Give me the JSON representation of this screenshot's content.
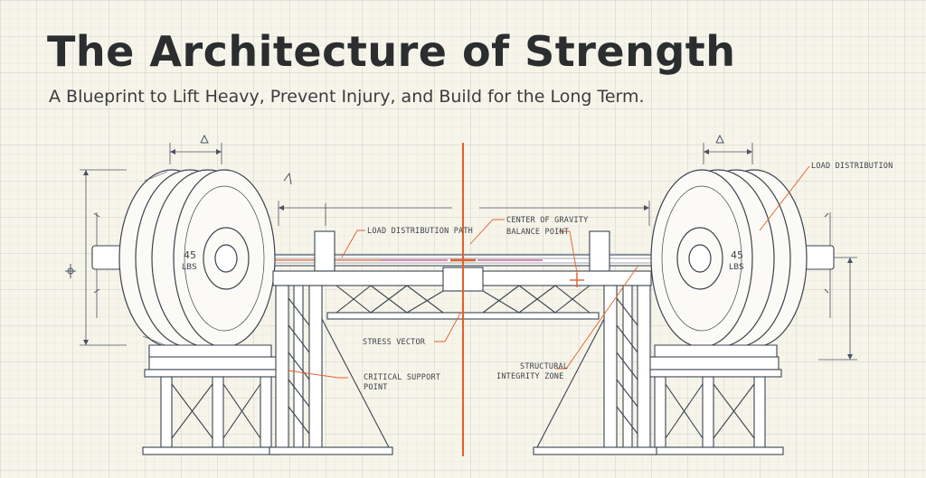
{
  "header": {
    "title": "The Architecture of Strength",
    "subtitle": "A Blueprint to Lift Heavy, Prevent Injury, and Build for the Long Term."
  },
  "callouts": {
    "load_distribution_right": "LOAD DISTRIBUTION",
    "load_distribution_path": "LOAD DISTRIBUTION PATH",
    "center_of_gravity": "CENTER OF GRAVITY",
    "balance_point": "BALANCE POINT",
    "stress_vector": "STRESS VECTOR",
    "critical_support_point_line1": "CRITICAL SUPPORT",
    "critical_support_point_line2": "POINT",
    "structural_integrity_zone_line1": "STRUCTURAL",
    "structural_integrity_zone_line2": "INTEGRITY ZONE"
  },
  "plates": {
    "left_weight": "45",
    "left_unit": "LBS",
    "right_weight": "45",
    "right_unit": "LBS"
  },
  "colors": {
    "ink": "#3b4450",
    "accent": "#e0602a",
    "background": "#f7f5ea",
    "plate_fill": "#fbfaf6"
  }
}
